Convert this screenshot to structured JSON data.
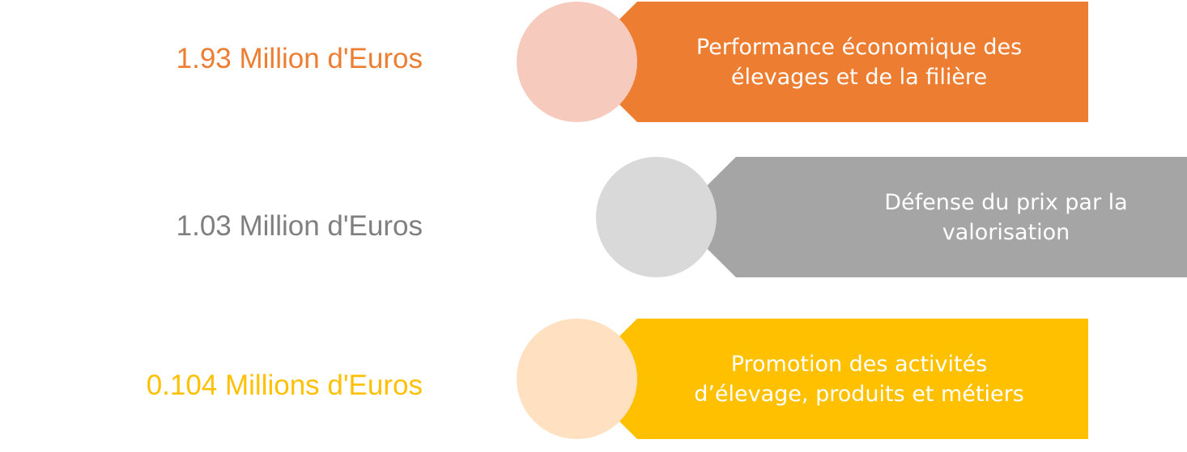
{
  "rows": [
    {
      "amount": "1.93 Million d'Euros",
      "title_lines": [
        "Performance économique des",
        "élevages et de la filière"
      ],
      "accent_color": "#ED7D31",
      "circle_color": "#F6CBBE"
    },
    {
      "amount": "1.03 Million d'Euros",
      "title_lines": [
        "Défense du prix par la",
        "valorisation"
      ],
      "accent_color": "#A5A5A5",
      "circle_color": "#D9D9D9"
    },
    {
      "amount": "0.104 Millions d'Euros",
      "title_lines": [
        "Promotion des activités",
        "d’élevage, produits et métiers"
      ],
      "accent_color": "#FFC000",
      "circle_color": "#FFE1C2"
    }
  ],
  "amount_colors": [
    "#ED7D31",
    "#7F7F7F",
    "#FFC000"
  ]
}
